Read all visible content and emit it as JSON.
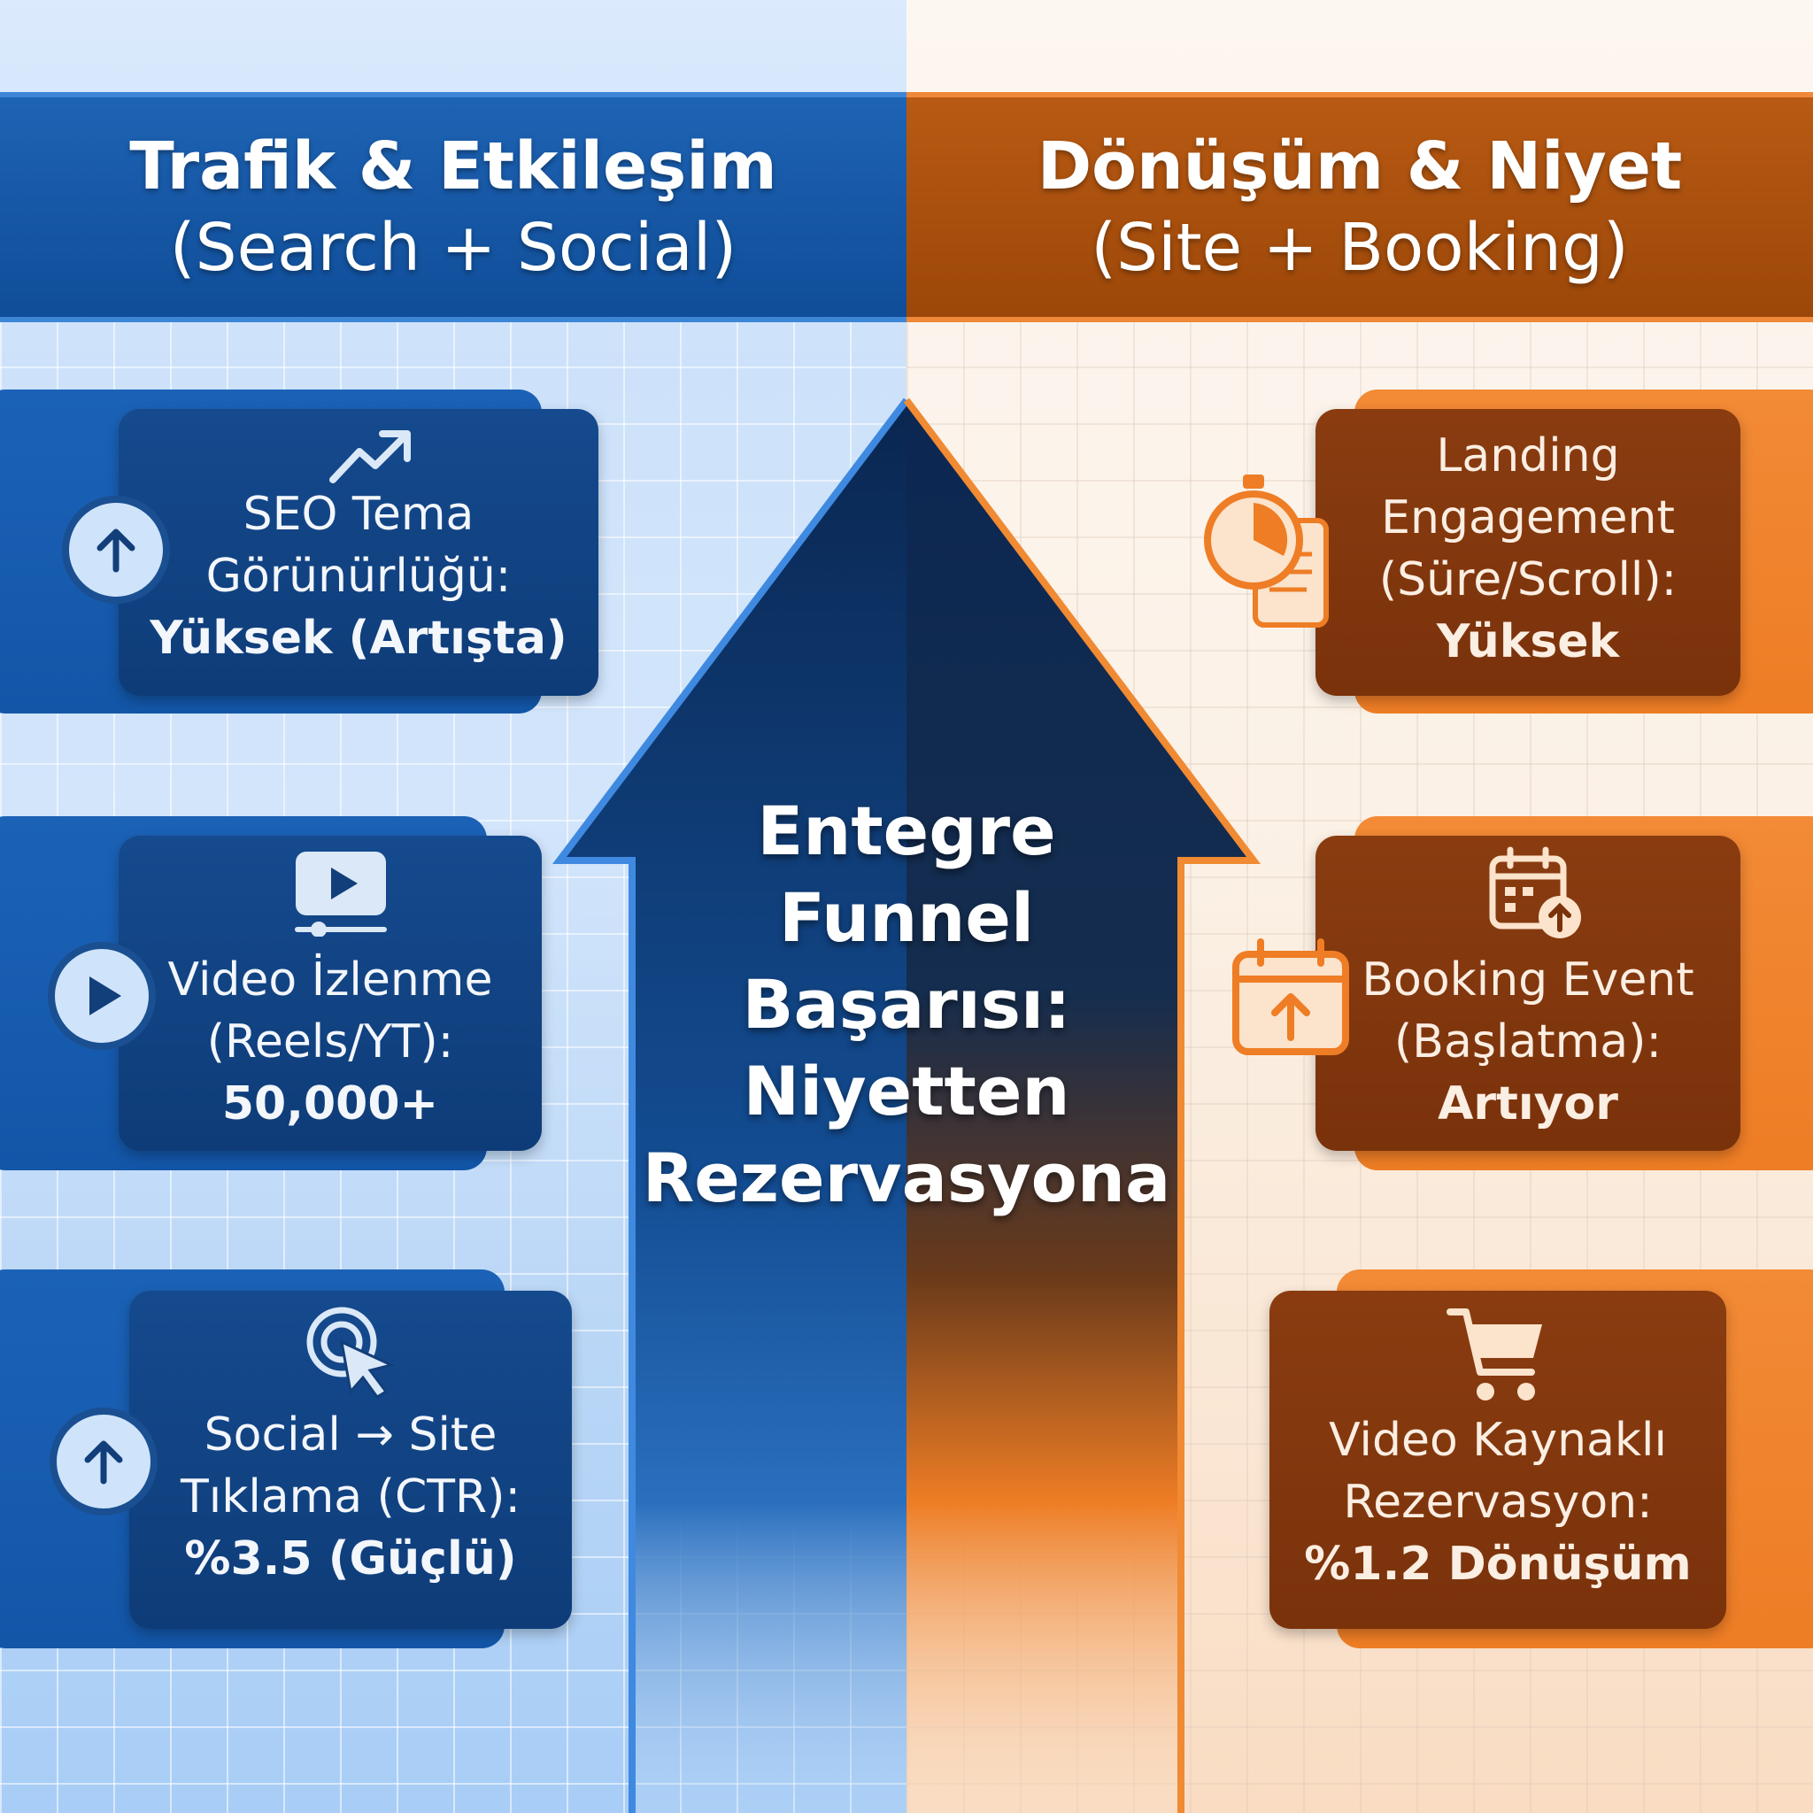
{
  "left_header": {
    "line1": "Trafik & Etkileşim",
    "line2": "(Search + Social)"
  },
  "right_header": {
    "line1": "Dönüşüm & Niyet",
    "line2": "(Site + Booking)"
  },
  "center": {
    "lines": [
      "Entegre",
      "Funnel",
      "Başarısı:",
      "Niyetten",
      "Rezervasyona"
    ]
  },
  "left_cards": [
    {
      "icon": "trend-up-icon",
      "side_icon": "arrow-up-icon",
      "lines": [
        "SEO Tema",
        "Görünürlüğü:"
      ],
      "value": "Yüksek (Artışta)"
    },
    {
      "icon": "video-player-icon",
      "side_icon": "play-icon",
      "lines": [
        "Video İzlenme",
        "(Reels/YT):"
      ],
      "value": "50,000+"
    },
    {
      "icon": "click-cursor-icon",
      "side_icon": "arrow-up-icon",
      "lines": [
        "Social → Site",
        "Tıklama (CTR):"
      ],
      "value": "%3.5 (Güçlü)"
    }
  ],
  "right_cards": [
    {
      "icon": "stopwatch-scroll-icon",
      "lines": [
        "Landing",
        "Engagement",
        "(Süre/Scroll):"
      ],
      "value": "Yüksek"
    },
    {
      "icon": "calendar-up-icon",
      "side_icon": "calendar-arrow-icon",
      "lines": [
        "Booking Event",
        "(Başlatma):"
      ],
      "value": "Artıyor"
    },
    {
      "icon": "shopping-cart-icon",
      "lines": [
        "Video Kaynaklı",
        "Rezervasyon:"
      ],
      "value": "%1.2 Dönüşüm"
    }
  ],
  "colors": {
    "blue": "#0f4d98",
    "orange": "#ee7d25",
    "dark_blue": "#0d2f5c"
  }
}
